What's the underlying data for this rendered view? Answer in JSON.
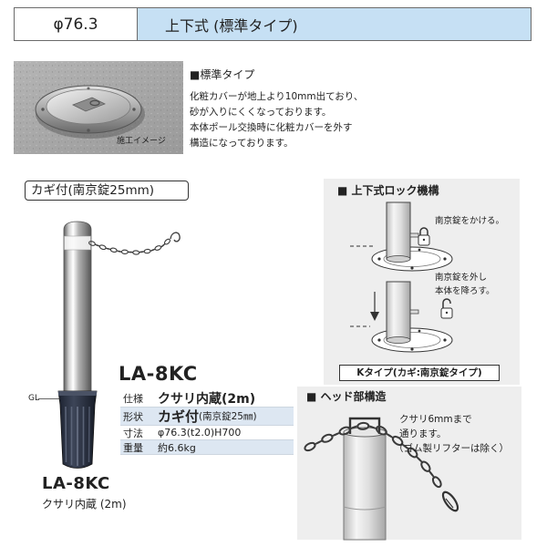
{
  "header": {
    "diameter": "φ76.3",
    "type": "上下式 (標準タイプ)"
  },
  "photo": {
    "caption": "施工イメージ"
  },
  "standard_type": {
    "heading": "■標準タイプ",
    "lines": [
      "化粧カバーが地上より10mm出ており、",
      "砂が入りにくくなっております。",
      "本体ポール交換時に化粧カバーを外す",
      "構造になっております。"
    ]
  },
  "variant_label": "カギ付(南京錠25mm)",
  "gl_label": "GL",
  "product": {
    "model": "LA-8KC",
    "specs": [
      {
        "label": "仕様",
        "value": "クサリ内蔵(2m)"
      },
      {
        "label": "形状",
        "value": "カギ付",
        "note": "(南京錠25㎜)"
      },
      {
        "label": "寸法",
        "value": "φ76.3(t2.0)H700"
      },
      {
        "label": "重量",
        "value": "約6.6kg"
      }
    ],
    "caption_model": "LA-8KC",
    "caption_desc": "クサリ内蔵 (2m)"
  },
  "lock_mechanism": {
    "heading": "■ 上下式ロック機構",
    "step1": "南京錠をかける。",
    "step2_lines": [
      "南京錠を外し",
      "本体を降ろす。"
    ],
    "type_label": "Kタイプ(カギ:南京錠タイプ)"
  },
  "head_structure": {
    "heading": "■ ヘッド部構造",
    "lines": [
      "クサリ6mmまで",
      "通ります。",
      "（ゴム製リフターは除く）"
    ]
  },
  "colors": {
    "header_accent": "#c6e0f4",
    "panel_bg": "#eeeeee",
    "table_stripe": "#dde7f2"
  }
}
